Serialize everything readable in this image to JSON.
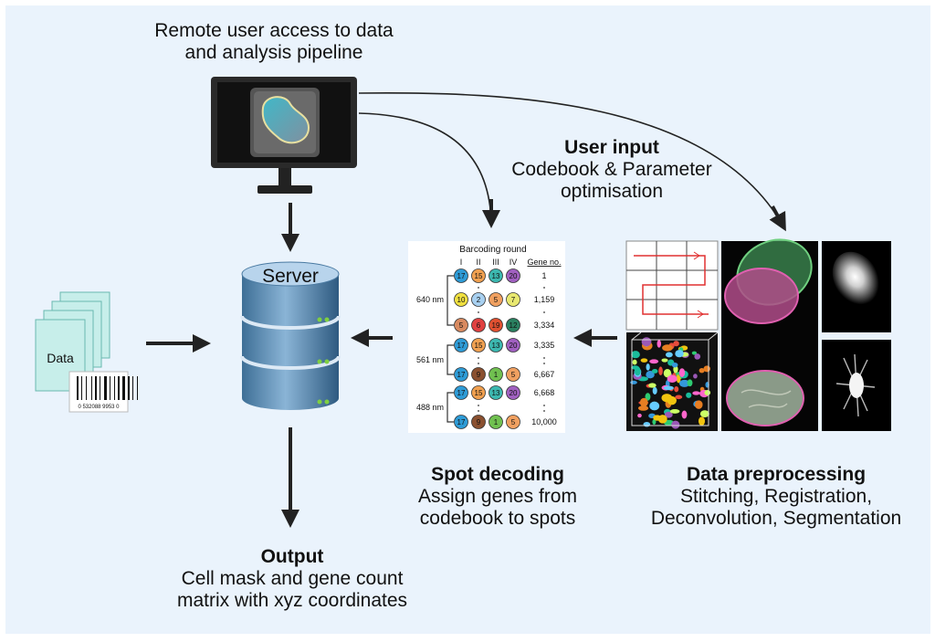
{
  "remote": {
    "line1": "Remote user access to data",
    "line2": "and analysis pipeline"
  },
  "server_label": "Server",
  "data_label": "Data",
  "barcode_digits": "0 532088 9953 0",
  "user_input": {
    "title": "User input",
    "line1": "Codebook & Parameter",
    "line2": "optimisation"
  },
  "spot_decoding": {
    "title": "Spot decoding",
    "line1": "Assign genes from",
    "line2": "codebook to spots"
  },
  "preprocessing": {
    "title": "Data preprocessing",
    "line1": "Stitching, Registration,",
    "line2": "Deconvolution, Segmentation"
  },
  "output": {
    "title": "Output",
    "line1": "Cell mask and gene count",
    "line2": "matrix with xyz coordinates"
  },
  "codebook": {
    "header": "Barcoding round",
    "rounds": [
      "I",
      "II",
      "III",
      "IV"
    ],
    "gene_header": "Gene no.",
    "wavelengths": [
      "640 nm",
      "561 nm",
      "488 nm"
    ],
    "rows": [
      {
        "spots": [
          {
            "n": "17",
            "c": "#2e9bd6"
          },
          {
            "n": "15",
            "c": "#f0a050"
          },
          {
            "n": "13",
            "c": "#3cb8b0"
          },
          {
            "n": "20",
            "c": "#a060c0"
          }
        ],
        "gene": "1"
      },
      {
        "spots": [
          {
            "n": "10",
            "c": "#f0e040"
          },
          {
            "n": "2",
            "c": "#a8d0f0"
          },
          {
            "n": "5",
            "c": "#f0a060"
          },
          {
            "n": "7",
            "c": "#e8e870"
          }
        ],
        "gene": "1,159"
      },
      {
        "spots": [
          {
            "n": "5",
            "c": "#d88a60"
          },
          {
            "n": "6",
            "c": "#e04040"
          },
          {
            "n": "19",
            "c": "#e05030"
          },
          {
            "n": "12",
            "c": "#2a8060"
          }
        ],
        "gene": "3,334"
      },
      {
        "spots": [
          {
            "n": "17",
            "c": "#2e9bd6"
          },
          {
            "n": "15",
            "c": "#f0a050"
          },
          {
            "n": "13",
            "c": "#3cb8b0"
          },
          {
            "n": "20",
            "c": "#a060c0"
          }
        ],
        "gene": "3,335"
      },
      {
        "spots": [
          {
            "n": "17",
            "c": "#2e9bd6"
          },
          {
            "n": "9",
            "c": "#8a5030"
          },
          {
            "n": "1",
            "c": "#70c050"
          },
          {
            "n": "5",
            "c": "#f0a060"
          }
        ],
        "gene": "6,667"
      },
      {
        "spots": [
          {
            "n": "17",
            "c": "#2e9bd6"
          },
          {
            "n": "15",
            "c": "#f0a050"
          },
          {
            "n": "13",
            "c": "#3cb8b0"
          },
          {
            "n": "20",
            "c": "#a060c0"
          }
        ],
        "gene": "6,668"
      },
      {
        "spots": [
          {
            "n": "17",
            "c": "#2e9bd6"
          },
          {
            "n": "9",
            "c": "#8a5030"
          },
          {
            "n": "1",
            "c": "#70c050"
          },
          {
            "n": "5",
            "c": "#f0a060"
          }
        ],
        "gene": "10,000"
      }
    ]
  }
}
